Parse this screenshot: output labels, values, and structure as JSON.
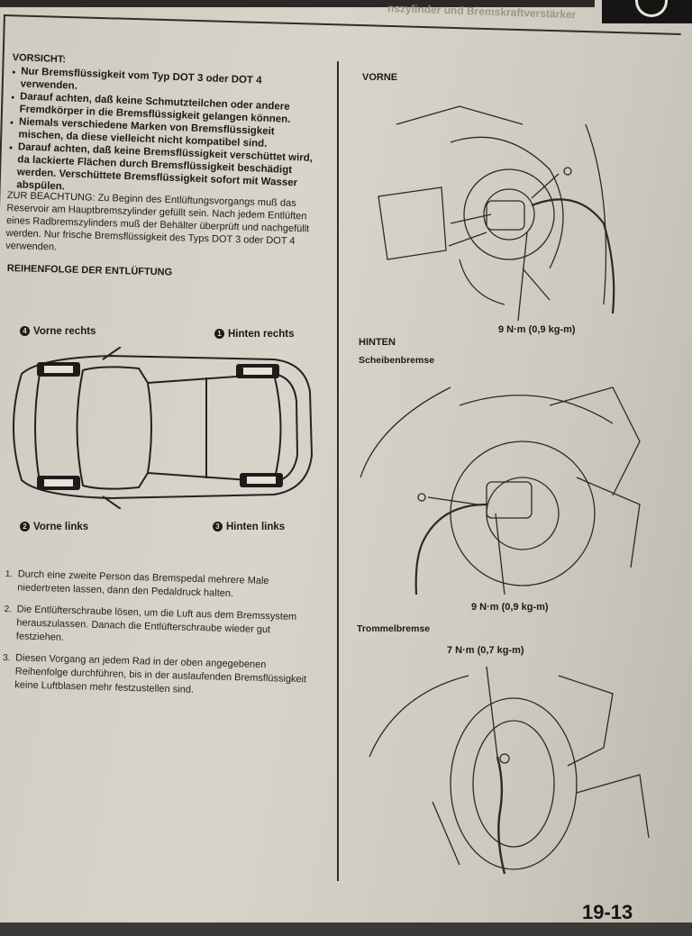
{
  "header": {
    "top_title": "nszylinder und Bremskraftverstärker"
  },
  "warning": {
    "heading": "VORSICHT:",
    "items": [
      "Nur Bremsflüssigkeit vom Typ DOT 3 oder DOT 4 verwenden.",
      "Darauf achten, daß keine Schmutzteilchen oder andere Fremdkörper in die Bremsflüssigkeit gelangen können.",
      "Niemals verschiedene Marken von Bremsflüssigkeit mischen, da diese vielleicht nicht kompatibel sind.",
      "Darauf achten, daß keine Bremsflüssigkeit verschüttet wird, da lackierte Flächen durch Bremsflüssigkeit beschädigt werden. Verschüttete Bremsflüssigkeit sofort mit Wasser abspülen."
    ]
  },
  "note": "ZUR BEACHTUNG: Zu Beginn des Entlüftungsvorgangs muß das Reservoir am Hauptbremszylinder gefüllt sein. Nach jedem Entlüften eines Radbremszylinders muß der Behälter überprüft und nachgefüllt werden. Nur frische Bremsflüssigkeit des Typs DOT 3 oder DOT 4 verwenden.",
  "sequence": {
    "title": "REIHENFOLGE DER ENTLÜFTUNG",
    "front_right": {
      "num": "4",
      "label": "Vorne rechts"
    },
    "rear_right": {
      "num": "1",
      "label": "Hinten rechts"
    },
    "front_left": {
      "num": "2",
      "label": "Vorne links"
    },
    "rear_left": {
      "num": "3",
      "label": "Hinten links"
    }
  },
  "steps": [
    {
      "num": "1.",
      "text": "Durch eine zweite Person das Bremspedal mehrere Male niedertreten lassen, dann den Pedaldruck halten."
    },
    {
      "num": "2.",
      "text": "Die Entlüfterschraube lösen, um die Luft aus dem Bremssystem herauszulassen. Danach die Entlüfterschraube wieder gut festziehen."
    },
    {
      "num": "3.",
      "text": "Diesen Vorgang an jedem Rad in der oben angegebenen Reihenfolge durchführen, bis in der auslaufenden Bremsflüssigkeit keine Luftblasen mehr festzustellen sind."
    }
  ],
  "right": {
    "front_heading": "VORNE",
    "front_torque": "9 N·m (0,9 kg-m)",
    "rear_heading": "HINTEN",
    "disc_heading": "Scheibenbremse",
    "disc_torque": "9 N·m (0,9 kg-m)",
    "drum_heading": "Trommelbremse",
    "drum_torque": "7 N·m (0,7 kg-m)"
  },
  "page_number": "19-13"
}
